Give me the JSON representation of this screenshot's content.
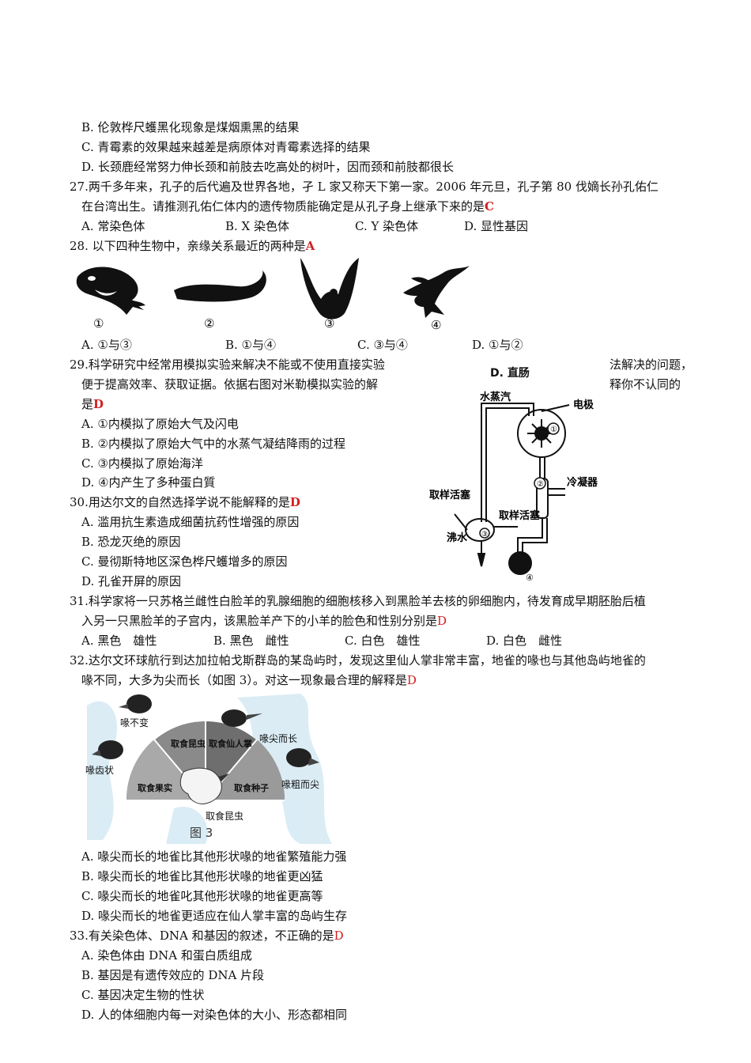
{
  "q26": {
    "b": "B. 伦敦桦尺蠖黑化现象是煤烟熏黑的结果",
    "c": "C. 青霉素的效果越来越差是病原体对青霉素选择的结果",
    "d": "D. 长颈鹿经常努力伸长颈和前肢去吃高处的树叶，因而颈和前肢都很长"
  },
  "q27": {
    "line1": "27.两千多年来，孔子的后代遍及世界各地，孑 L 家又称天下第一家。2006 年元旦，孔子第 80 伐嫡长孙孔佑仁",
    "line2": "在台湾出生。请推测孔佑仁体内的遗传物质能确定是从孔子身上继承下来的是",
    "answer": "C",
    "a": "A. 常染色体",
    "b": "B. X 染色体",
    "c": "C. Y 染色体",
    "d": "D. 显性基因"
  },
  "q28": {
    "stem": "28. 以下四种生物中，亲缘关系最近的两种是",
    "answer": "A",
    "labels": [
      "①",
      "②",
      "③",
      "④"
    ],
    "a": "A. ①与③",
    "b": "B. ①与④",
    "c": "C. ③与④",
    "d": "D. ①与②"
  },
  "q29": {
    "line1a": "29.科学研究中经常用模拟实验来解决不能或不使用直接实验",
    "line1b": "法解决的问题，",
    "line2a": "便于提高效率、获取证据。依据右图对米勒模拟实验的解",
    "line2b": "释你不认同的",
    "line3": "是",
    "answer": "D",
    "a": "A. ①内模拟了原始大气及闪电",
    "b": "B. ②内模拟了原始大气中的水蒸气凝结降雨的过程",
    "c": "C. ③内模拟了原始海洋",
    "d": "D. ④内产生了多种蛋白質",
    "stray": "D. 直肠",
    "fig": {
      "steam": "水蒸汽",
      "electrode": "电极",
      "condenser": "冷凝器",
      "sample1": "取样活塞",
      "sample2": "取样活塞",
      "boiling": "沸水",
      "n1": "①",
      "n2": "②",
      "n3": "③",
      "n4": "④"
    }
  },
  "q30": {
    "stem": "30.用达尔文的自然选择学说不能解释的是",
    "answer": "D",
    "a": "A. 滥用抗生素造成细菌抗药性增强的原因",
    "b": "B. 恐龙灭绝的原因",
    "c": "C. 曼彻斯特地区深色桦尺蠖增多的原因",
    "d": "D. 孔雀开屏的原因"
  },
  "q31": {
    "line1": "31.科学家将一只苏格兰雌性白脸羊的乳腺细胞的细胞核移入到黑脸羊去核的卵细胞内，待发育成早期胚胎后植",
    "line2": "入另一只黑脸羊的子宫内，该黑脸羊产下的小羊的脸色和性别分别是",
    "answer": "D",
    "a": "A. 黑色　雄性",
    "b": "B. 黑色　雌性",
    "c": "C. 白色　雄性",
    "d": "D. 白色　雌性"
  },
  "q32": {
    "line1": "32.达尔文环球航行到达加拉帕戈斯群岛的某岛屿时，发现这里仙人掌非常丰富，地雀的喙也与其他岛屿地雀的",
    "line2": "喙不同，大多为尖而长（如图 3）。对这一现象最合理的解释是",
    "answer": "D",
    "fig": {
      "beak_unchanged": "喙不变",
      "beak_pointed_long": "喙尖而长",
      "beak_serrated": "喙齿状",
      "beak_thick_pointed": "喙粗而尖",
      "insects_inner": "取食昆虫",
      "cactus": "取食仙人掌",
      "fruit": "取食果实",
      "seeds": "取食种子",
      "insects_bottom": "取食昆虫",
      "caption": "图 3"
    },
    "a": "A. 喙尖而长的地雀比其他形状喙的地雀繁殖能力强",
    "b": "B. 喙尖而长的地雀比其他形状喙的地雀更凶猛",
    "c": "C. 喙尖而长的地雀叱其他形状喙的地雀更高等",
    "d": "D. 喙尖而长的地雀更适应在仙人掌丰富的岛屿生存"
  },
  "q33": {
    "stem": "33.有关染色体、DNA 和基因的叙述，不正确的是",
    "answer": "D",
    "a": "A. 染色体由 DNA 和蛋白质组成",
    "b": "B. 基因是有遗传效应的 DNA 片段",
    "c": "C. 基因决定生物的性状",
    "d": "D. 人的体细胞内每一对染色体的大小、形态都相同"
  }
}
